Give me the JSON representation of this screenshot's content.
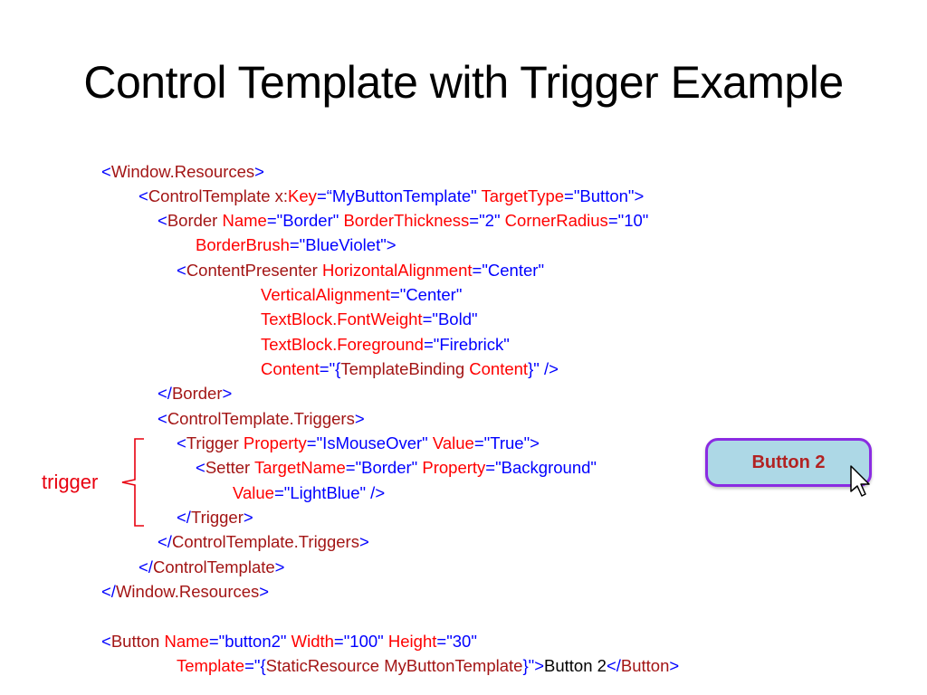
{
  "slide": {
    "title": "Control Template with Trigger Example",
    "trigger_label": "trigger",
    "demo_button_label": "Button 2"
  },
  "code": {
    "l1": [
      "<",
      "Window.Resources",
      ">"
    ],
    "l2": [
      "<",
      "ControlTemplate",
      " ",
      "x:",
      "Key",
      "=",
      "“MyButtonTemplate\"",
      " ",
      "TargetType",
      "=",
      "\"Button\"",
      ">"
    ],
    "l3": [
      "<",
      "Border",
      " ",
      "Name",
      "=",
      "\"Border\"",
      " ",
      "BorderThickness",
      "=",
      "\"2\"",
      " ",
      "CornerRadius",
      "=",
      "\"10\""
    ],
    "l4": [
      "BorderBrush",
      "=",
      "\"BlueViolet\"",
      ">"
    ],
    "l5": [
      "<",
      "ContentPresenter",
      " ",
      "HorizontalAlignment",
      "=",
      "\"Center\""
    ],
    "l6": [
      "VerticalAlignment",
      "=",
      "\"Center\""
    ],
    "l7": [
      "TextBlock.FontWeight",
      "=",
      "\"Bold\""
    ],
    "l8": [
      "TextBlock.Foreground",
      "=",
      "\"Firebrick\""
    ],
    "l9": [
      "Content",
      "=",
      "\"{",
      "TemplateBinding",
      " ",
      "Content",
      "}\"",
      " />"
    ],
    "l10": [
      "</",
      "Border",
      ">"
    ],
    "l11": [
      "<",
      "ControlTemplate.Triggers",
      ">"
    ],
    "l12": [
      "<",
      "Trigger",
      " ",
      "Property",
      "=",
      "\"IsMouseOver\"",
      " ",
      "Value",
      "=",
      "\"True\"",
      ">"
    ],
    "l13": [
      "<",
      "Setter",
      " ",
      "TargetName",
      "=",
      "\"Border\"",
      " ",
      "Property",
      "=",
      "\"Background\""
    ],
    "l14": [
      "Value",
      "=",
      "\"LightBlue\"",
      " />"
    ],
    "l15": [
      "</",
      "Trigger",
      ">"
    ],
    "l16": [
      "</",
      "ControlTemplate.Triggers",
      ">"
    ],
    "l17": [
      "</",
      "ControlTemplate",
      ">"
    ],
    "l18": [
      "</",
      "Window.Resources",
      ">"
    ],
    "l19": [
      "<",
      "Button",
      " ",
      "Name",
      "=",
      "\"button2\"",
      " ",
      "Width",
      "=",
      "\"100\"",
      " ",
      "Height",
      "=",
      "\"30\""
    ],
    "l20": [
      "Template",
      "=",
      "\"{",
      "StaticResource",
      " ",
      "MyButtonTemplate",
      "}\"",
      ">",
      "Button 2",
      "</",
      "Button",
      ">"
    ]
  },
  "colors": {
    "markup": "#0000ff",
    "element": "#a31515",
    "attribute": "#ff0000",
    "label": "#e8000f",
    "button_border": "#8a2be2",
    "button_fill": "#add8e6",
    "button_text": "#b22222"
  }
}
